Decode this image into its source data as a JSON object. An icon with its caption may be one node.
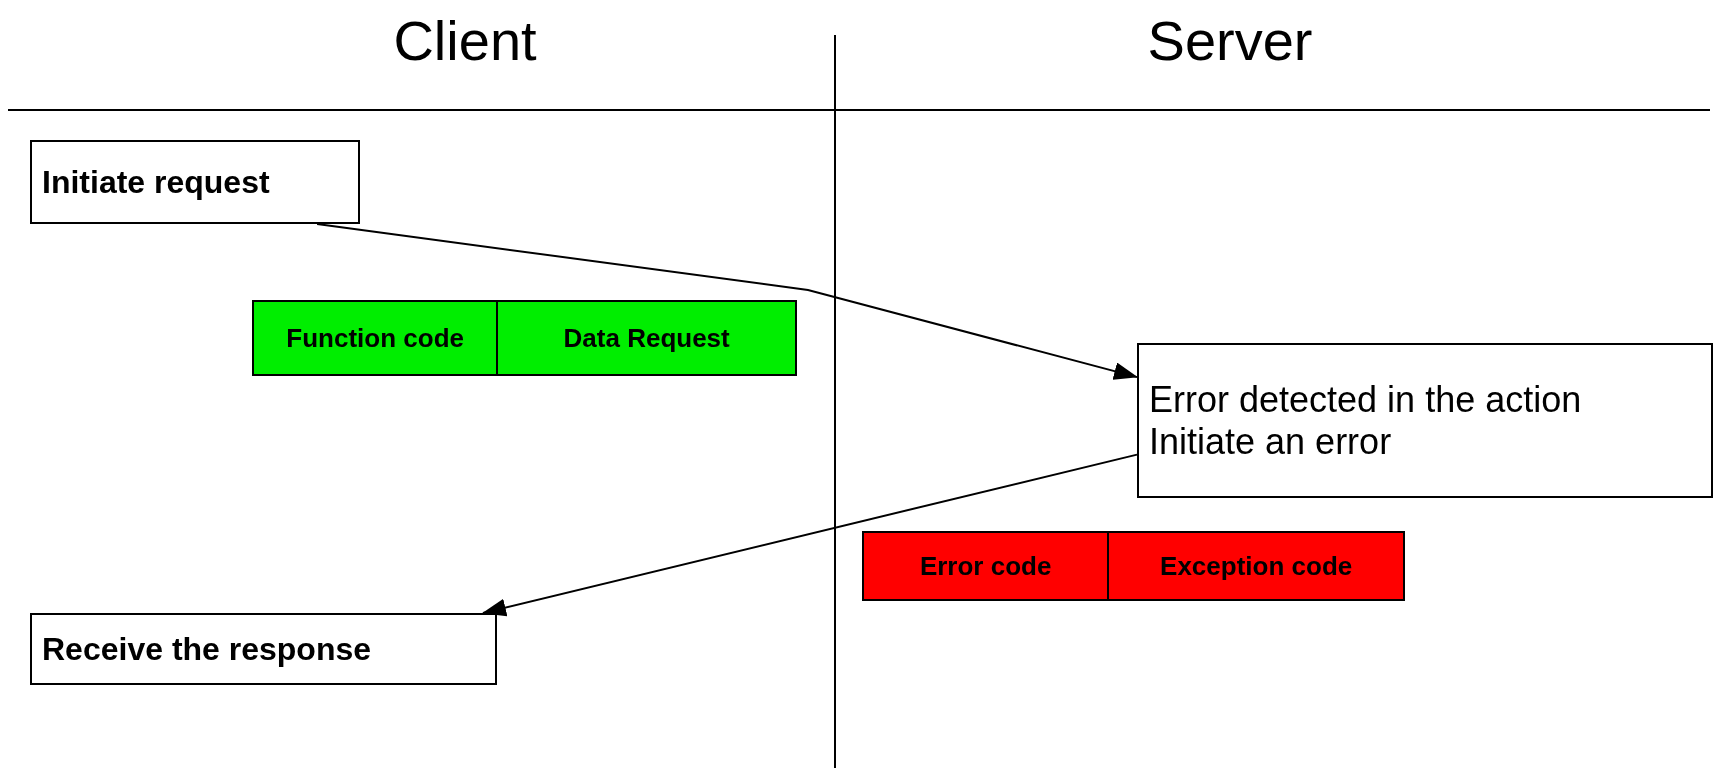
{
  "diagram": {
    "nodes": [
      {
        "text": [
          "Initiate request"
        ]
      },
      {
        "text": [
          "Function code",
          "Data Request"
        ]
      },
      {
        "text": [
          "Error detected in the action",
          "Initiate an error"
        ]
      },
      {
        "text": [
          "Error code",
          "Exception code"
        ]
      },
      {
        "text": [
          "Receive the response"
        ]
      }
    ],
    "edges": [
      {
        "from": 0,
        "to": 2,
        "arrow": "to"
      },
      {
        "from": 2,
        "to": 4,
        "arrow": "to"
      }
    ],
    "labels": [
      "Client",
      "Server"
    ]
  }
}
